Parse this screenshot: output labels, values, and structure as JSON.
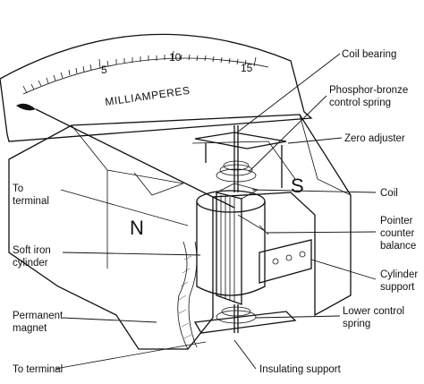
{
  "scale": {
    "title": "MILLIAMPERES",
    "numbers": [
      "5",
      "10",
      "15"
    ]
  },
  "poles": {
    "north": "N",
    "south": "S"
  },
  "labels": {
    "coil_bearing": "Coil bearing",
    "phosphor_bronze_1": "Phosphor-bronze",
    "phosphor_bronze_2": "control spring",
    "zero_adjuster": "Zero adjuster",
    "coil": "Coil",
    "pointer_counter_1": "Pointer",
    "pointer_counter_2": "counter",
    "pointer_counter_3": "balance",
    "cylinder_support_1": "Cylinder",
    "cylinder_support_2": "support",
    "lower_control_1": "Lower control",
    "lower_control_2": "spring",
    "insulating_support": "Insulating support",
    "to_terminal_top_1": "To",
    "to_terminal_top_2": "terminal",
    "soft_iron_1": "Soft iron",
    "soft_iron_2": "cylinder",
    "permanent_magnet_1": "Permanent",
    "permanent_magnet_2": "magnet",
    "to_terminal_bottom": "To terminal"
  }
}
